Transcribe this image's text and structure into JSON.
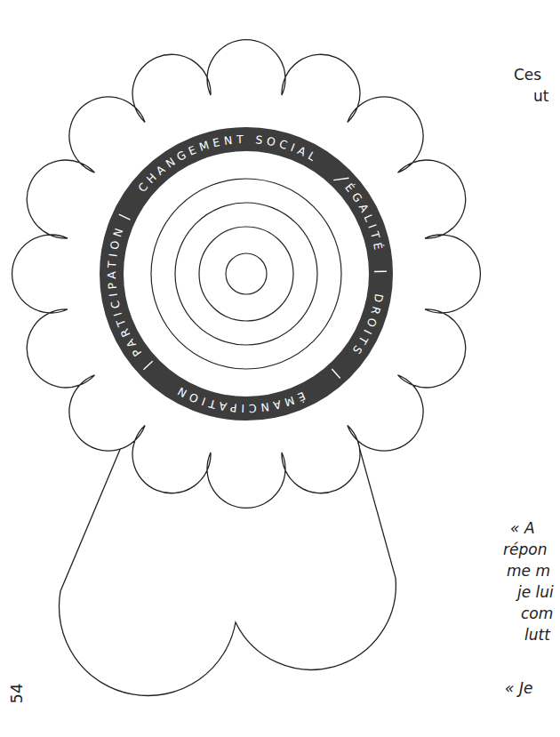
{
  "diagram": {
    "nodes": [
      {
        "text": [
          "CHANGEMENT SOCIAL",
          "ÉGALITÉ",
          "DROITS",
          "ÉMANCIPATION",
          "PARTICIPATION"
        ]
      }
    ],
    "labels": [
      "Ces",
      "ut",
      "« A",
      "répon",
      "me m",
      "je lui",
      "com",
      "lutt",
      "« Je",
      "54"
    ]
  }
}
